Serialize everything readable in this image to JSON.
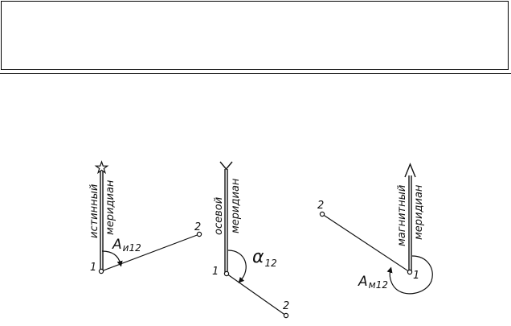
{
  "panels": [
    {
      "meridian_word_1": "истинный",
      "meridian_word_2": "меридиан",
      "angle_main": "A",
      "angle_sub": "и12",
      "point_1": "1",
      "point_2": "2"
    },
    {
      "meridian_word_1": "осевой",
      "meridian_word_2": "меридиан",
      "angle_main": "α",
      "angle_sub": "12",
      "point_1": "1",
      "point_2": "2"
    },
    {
      "meridian_word_1": "магнитный",
      "meridian_word_2": "меридиан",
      "angle_main": "A",
      "angle_sub": "м12",
      "point_1": "1",
      "point_2": "2"
    }
  ]
}
